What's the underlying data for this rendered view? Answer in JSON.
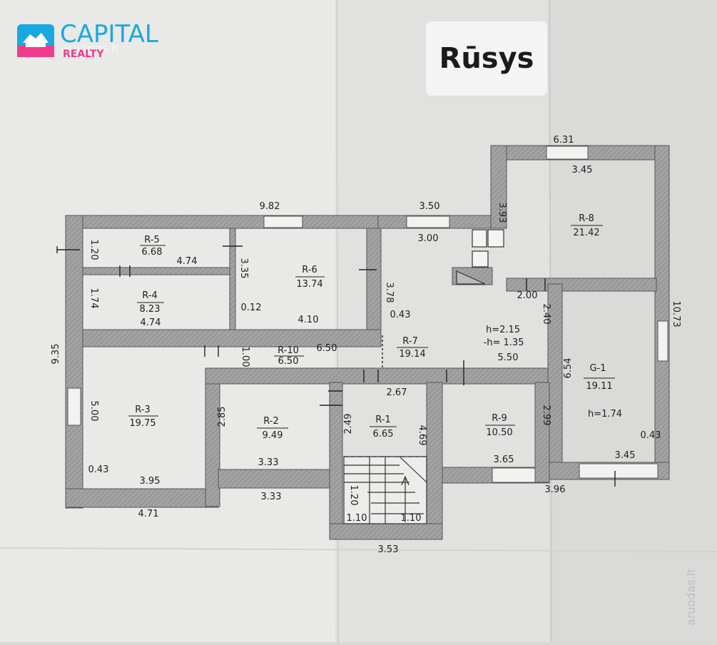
{
  "title": "Rūsys",
  "logo": {
    "brand": "CAPITAL",
    "sub": "REALTY",
    "overlay": "aruodas.lt"
  },
  "watermark": "aruodas.lt",
  "colors": {
    "wall": "#9a9a9a",
    "paper": "#e6e6e4",
    "brand_blue": "#1aa8e0",
    "brand_pink": "#ef3d8c"
  },
  "rooms": [
    {
      "id": "R-5",
      "area": "6.68"
    },
    {
      "id": "R-4",
      "area": "8.23"
    },
    {
      "id": "R-6",
      "area": "13.74"
    },
    {
      "id": "R-7",
      "area": "19.14"
    },
    {
      "id": "R-8",
      "area": "21.42"
    },
    {
      "id": "G-1",
      "area": "19.11"
    },
    {
      "id": "R-10",
      "area": "6.50"
    },
    {
      "id": "R-3",
      "area": "19.75"
    },
    {
      "id": "R-2",
      "area": "9.49"
    },
    {
      "id": "R-1",
      "area": "6.65"
    },
    {
      "id": "R-9",
      "area": "10.50"
    }
  ],
  "heights": {
    "r7_h": "h=2.15",
    "r7_h2": "-h= 1.35",
    "g1_h": "h=1.74"
  },
  "dimensions": [
    "9.82",
    "3.50",
    "6.31",
    "3.45",
    "3.00",
    "3.93",
    "1.20",
    "4.74",
    "3.35",
    "1.74",
    "4.74",
    "0.12",
    "4.10",
    "3.78",
    "0.43",
    "2.00",
    "2.40",
    "10.73",
    "9.35",
    "1.00",
    "6.50",
    "5.50",
    "6.54",
    "2.67",
    "5.00",
    "2.85",
    "2.49",
    "4.69",
    "2.99",
    "0.43",
    "3.95",
    "3.33",
    "3.65",
    "3.45",
    "0.43",
    "3.33",
    "1.20",
    "1.10",
    "1.10",
    "3.53",
    "4.71",
    "3.96"
  ]
}
